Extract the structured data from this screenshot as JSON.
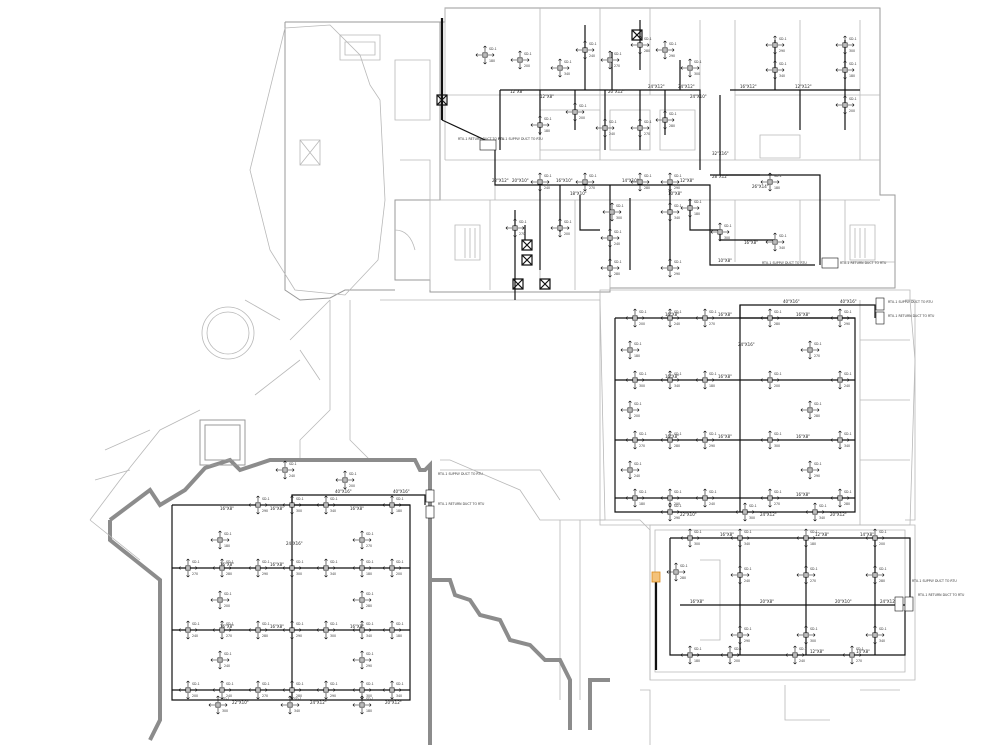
{
  "drawing": {
    "diffuser_tag": "SD-1",
    "diffuser_cfm_values": [
      "180",
      "200",
      "240",
      "270",
      "280",
      "290",
      "300",
      "340"
    ],
    "duct_sizes": {
      "north_wing": [
        "12\"X8\"",
        "12\"X8\"",
        "24\"X12\"",
        "24\"X12\"",
        "24\"X10\"",
        "20\"X12\"",
        "16\"X12\"",
        "12\"X12\"",
        "22\"X12\"",
        "20\"X10\"",
        "18\"X10\"",
        "16\"X10\"",
        "14\"X10\"",
        "12\"X8\"",
        "10\"X8\"",
        "26\"X14\"",
        "32\"X16\"",
        "28\"X12\"",
        "10\"X8\"",
        "16\"X8\""
      ],
      "east_block": [
        "40\"X16\"",
        "40\"X16\"",
        "16\"X8\"",
        "16\"X8\"",
        "16\"X8\"",
        "16\"X8\"",
        "16\"X8\"",
        "16\"X8\"",
        "16\"X8\"",
        "16\"X8\"",
        "24\"X16\"",
        "22\"X10\"",
        "20\"X12\"",
        "24\"X12\"",
        "16\"X8\""
      ],
      "southeast_block": [
        "16\"X8\"",
        "12\"X8\"",
        "14\"X8\"",
        "16\"X8\"",
        "20\"X10\"",
        "24\"X12\"",
        "20\"X8\"",
        "12\"X8\"",
        "14\"X8\""
      ],
      "southwest_block": [
        "40\"X16\"",
        "40\"X16\"",
        "16\"X8\"",
        "16\"X8\"",
        "16\"X8\"",
        "16\"X8\"",
        "16\"X8\"",
        "16\"X8\"",
        "16\"X8\"",
        "16\"X8\"",
        "22\"X10\"",
        "24\"X12\"",
        "20\"X12\"",
        "24\"X16\""
      ]
    },
    "callouts": {
      "rtu_supply": "RTU-1 SUPPLY DUCT TO RTU",
      "rtu_return": "RTU-1 RETURN DUCT TO RTU"
    }
  }
}
